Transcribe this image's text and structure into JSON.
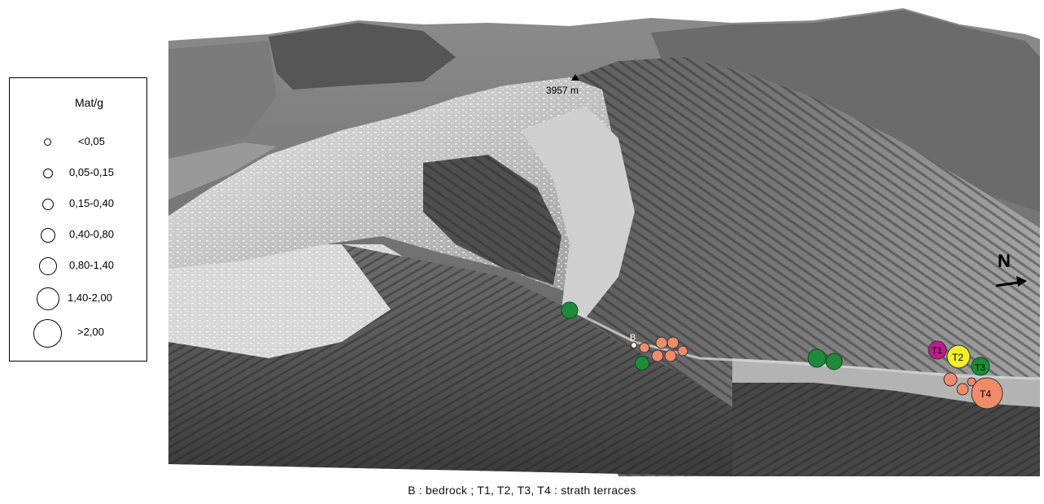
{
  "legend": {
    "title": "Mat/g",
    "classes": [
      {
        "label": "<0,05"
      },
      {
        "label": "0,05-0,15"
      },
      {
        "label": "0,15-0,40"
      },
      {
        "label": "0,40-0,80"
      },
      {
        "label": "0,80-1,40"
      },
      {
        "label": "1,40-2,00"
      },
      {
        "label": ">2,00"
      }
    ]
  },
  "map": {
    "peak_label": "3957 m",
    "north_label": "N",
    "bedrock_label": "B",
    "terrace_labels": {
      "t1": "T1",
      "t2": "T2",
      "t3": "T3",
      "t4": "T4"
    }
  },
  "caption": "B : bedrock ; T1, T2, T3, T4 : strath terraces",
  "colors": {
    "green": "#1f8a3a",
    "salmon": "#f08a68",
    "magenta": "#c01a8c",
    "yellow": "#f2ef2a",
    "bedrock": "#f4f1d6"
  }
}
